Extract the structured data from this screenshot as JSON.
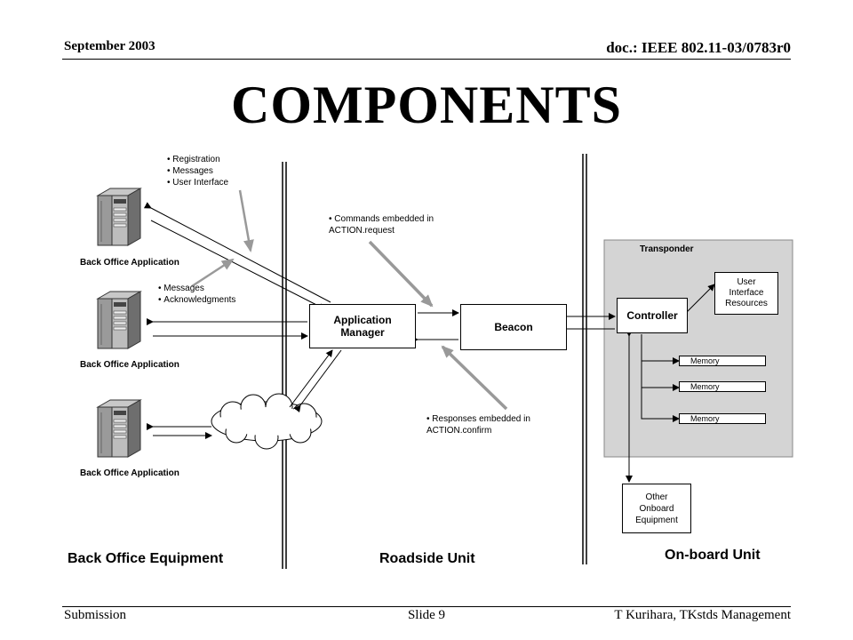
{
  "header": {
    "date": "September 2003",
    "doc": "doc.: IEEE 802.11-03/0783r0"
  },
  "title": "COMPONENTS",
  "back_office": {
    "app_label": "Back Office Application",
    "notes_top": [
      "Registration",
      "Messages",
      "User Interface"
    ],
    "notes_mid": [
      "Messages",
      "Acknowledgments"
    ],
    "section_label": "Back Office Equipment"
  },
  "roadside": {
    "app_manager": "Application Manager",
    "beacon": "Beacon",
    "note_commands": "Commands embedded in ACTION.request",
    "note_responses": "Responses embedded in ACTION.confirm",
    "section_label": "Roadside Unit"
  },
  "onboard": {
    "transponder": "Transponder",
    "controller": "Controller",
    "ui_resources": "User Interface Resources",
    "memory": [
      "Memory",
      "Memory",
      "Memory"
    ],
    "other_equipment": "Other Onboard Equipment",
    "section_label": "On-board Unit"
  },
  "footer": {
    "left": "Submission",
    "center": "Slide 9",
    "right": "T Kurihara, TKstds Management"
  }
}
